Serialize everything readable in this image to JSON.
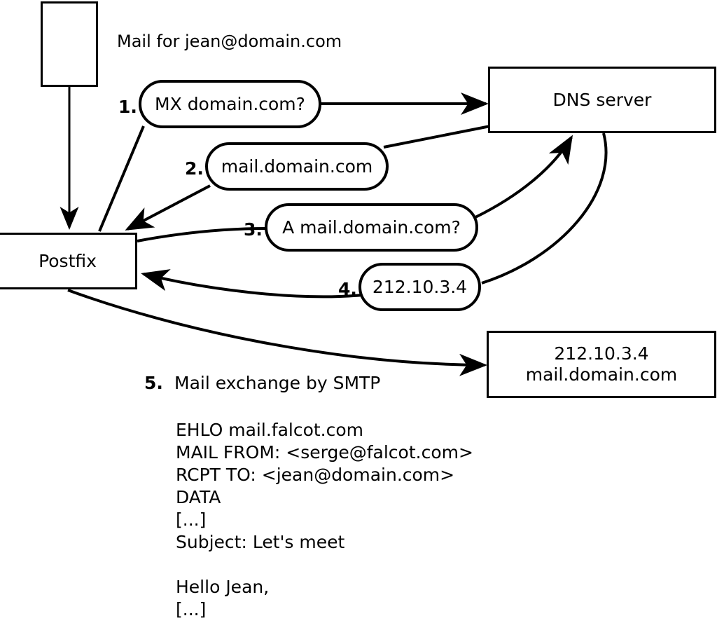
{
  "diagram": {
    "title_text": "Mail for jean@domain.com",
    "nodes": {
      "empty_box": "",
      "postfix": "Postfix",
      "dns_server": "DNS server",
      "mail_server_ip": "212.10.3.4",
      "mail_server_host": "mail.domain.com"
    },
    "steps": [
      {
        "num": "1.",
        "label": "MX domain.com?"
      },
      {
        "num": "2.",
        "label": "mail.domain.com"
      },
      {
        "num": "3.",
        "label": "A mail.domain.com?"
      },
      {
        "num": "4.",
        "label": "212.10.3.4"
      },
      {
        "num": "5.",
        "label": "Mail exchange by SMTP"
      }
    ],
    "transcript": [
      "EHLO mail.falcot.com",
      "MAIL FROM: <serge@falcot.com>",
      "RCPT TO: <jean@domain.com>",
      "DATA",
      "[...]",
      "Subject: Let's meet",
      "",
      "Hello Jean,",
      "[...]",
      "",
      "."
    ],
    "colors": {
      "stroke": "#000000",
      "background": "#ffffff"
    }
  }
}
